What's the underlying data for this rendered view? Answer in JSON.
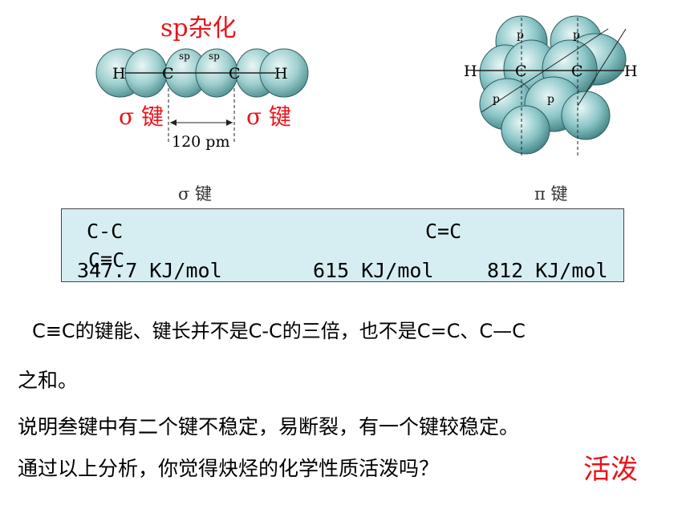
{
  "diagram_sigma": {
    "title": "sp杂化",
    "atom_h": "H",
    "atom_c": "C",
    "orbital_sp": "sp",
    "bond_left": "σ 键",
    "bond_right": "σ 键",
    "length": "120 pm",
    "caption": "σ 键"
  },
  "diagram_pi": {
    "atom_h": "H",
    "atom_c": "C",
    "orbital_p": "p",
    "caption": "π 键"
  },
  "energy_table": {
    "headers": [
      "C-C",
      "C=C",
      "C≡C"
    ],
    "values": [
      "347.7 KJ/mol",
      "615 KJ/mol",
      "812 KJ/mol"
    ]
  },
  "text": {
    "line1": "C≡C的键能、键长并不是C-C的三倍，也不是C=C、C—C",
    "line2": "之和。",
    "line3": "说明叁键中有二个键不稳定，易断裂，有一个键较稳定。",
    "line4": "通过以上分析，你觉得炔烃的化学性质活泼吗？",
    "answer": "活泼"
  },
  "colors": {
    "accent_red": "#e8141c",
    "table_bg": "#d6eef2",
    "orbital": "#8cc6c8"
  }
}
